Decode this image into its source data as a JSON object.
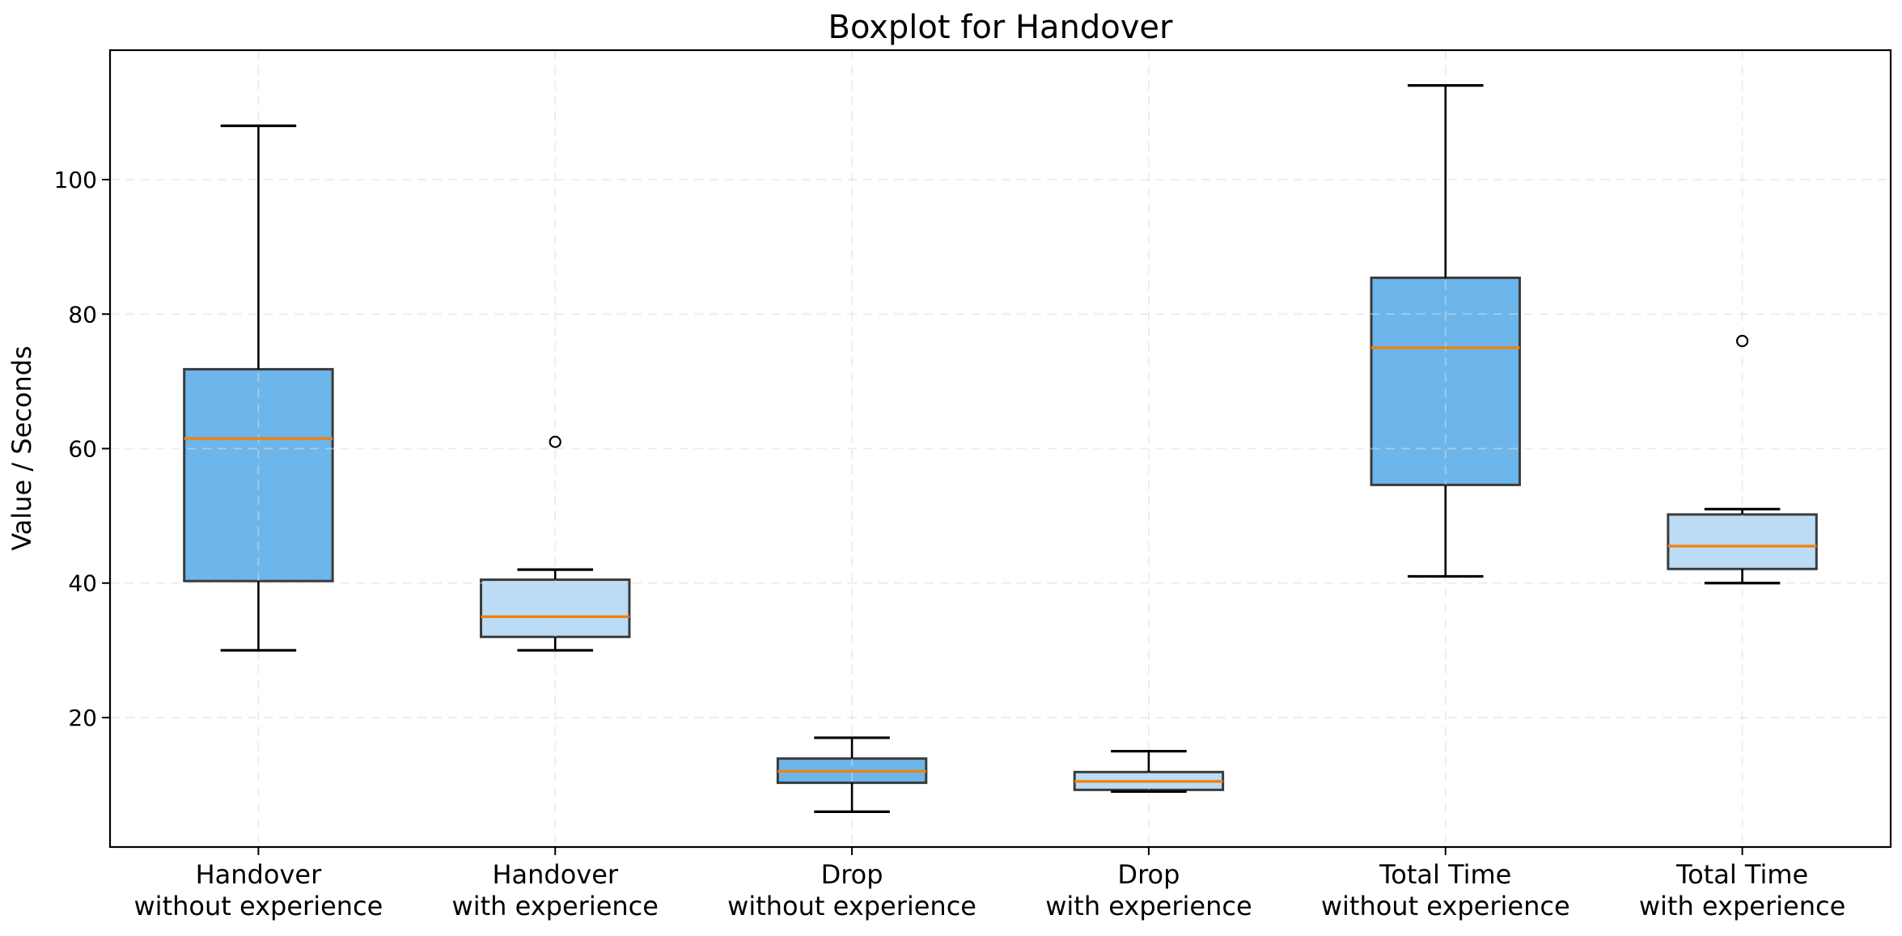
{
  "chart_data": {
    "type": "boxplot",
    "title": "Boxplot for Handover",
    "ylabel": "Value / Seconds",
    "xlabel": "",
    "ylim": [
      0.75,
      119.25
    ],
    "xlim": [
      0.5,
      6.5
    ],
    "yticks": [
      20,
      40,
      60,
      80,
      100
    ],
    "grid": {
      "horizontal": true,
      "vertical": true,
      "style": "dashed"
    },
    "box_width": 0.5,
    "cap_width": 0.255,
    "colors": {
      "fill_without_experience": "#6cb6eb",
      "fill_with_experience": "#bbdcf4",
      "median": "#f0810f",
      "box_edge": "#3b3b3b",
      "whisker": "#000000",
      "outlier_edge": "#000000",
      "grid": "#dcdcdc",
      "spine": "#000000",
      "text": "#000000"
    },
    "boxes": [
      {
        "position": 1,
        "label_lines": [
          "Handover",
          "without experience"
        ],
        "group": "without_experience",
        "whisker_low": 30,
        "q1": 40.3,
        "median": 61.5,
        "q3": 71.8,
        "whisker_high": 108,
        "outliers": []
      },
      {
        "position": 2,
        "label_lines": [
          "Handover",
          "with experience"
        ],
        "group": "with_experience",
        "whisker_low": 30,
        "q1": 32,
        "median": 35,
        "q3": 40.5,
        "whisker_high": 42,
        "outliers": [
          61
        ]
      },
      {
        "position": 3,
        "label_lines": [
          "Drop",
          "without experience"
        ],
        "group": "without_experience",
        "whisker_low": 6,
        "q1": 10.3,
        "median": 12,
        "q3": 13.9,
        "whisker_high": 17,
        "outliers": []
      },
      {
        "position": 4,
        "label_lines": [
          "Drop",
          "with experience"
        ],
        "group": "with_experience",
        "whisker_low": 9,
        "q1": 9.25,
        "median": 10.5,
        "q3": 11.9,
        "whisker_high": 15,
        "outliers": []
      },
      {
        "position": 5,
        "label_lines": [
          "Total Time",
          "without experience"
        ],
        "group": "without_experience",
        "whisker_low": 41,
        "q1": 54.6,
        "median": 75,
        "q3": 85.4,
        "whisker_high": 114,
        "outliers": []
      },
      {
        "position": 6,
        "label_lines": [
          "Total Time",
          "with experience"
        ],
        "group": "with_experience",
        "whisker_low": 40,
        "q1": 42.1,
        "median": 45.5,
        "q3": 50.2,
        "whisker_high": 51,
        "outliers": [
          76
        ]
      }
    ]
  }
}
